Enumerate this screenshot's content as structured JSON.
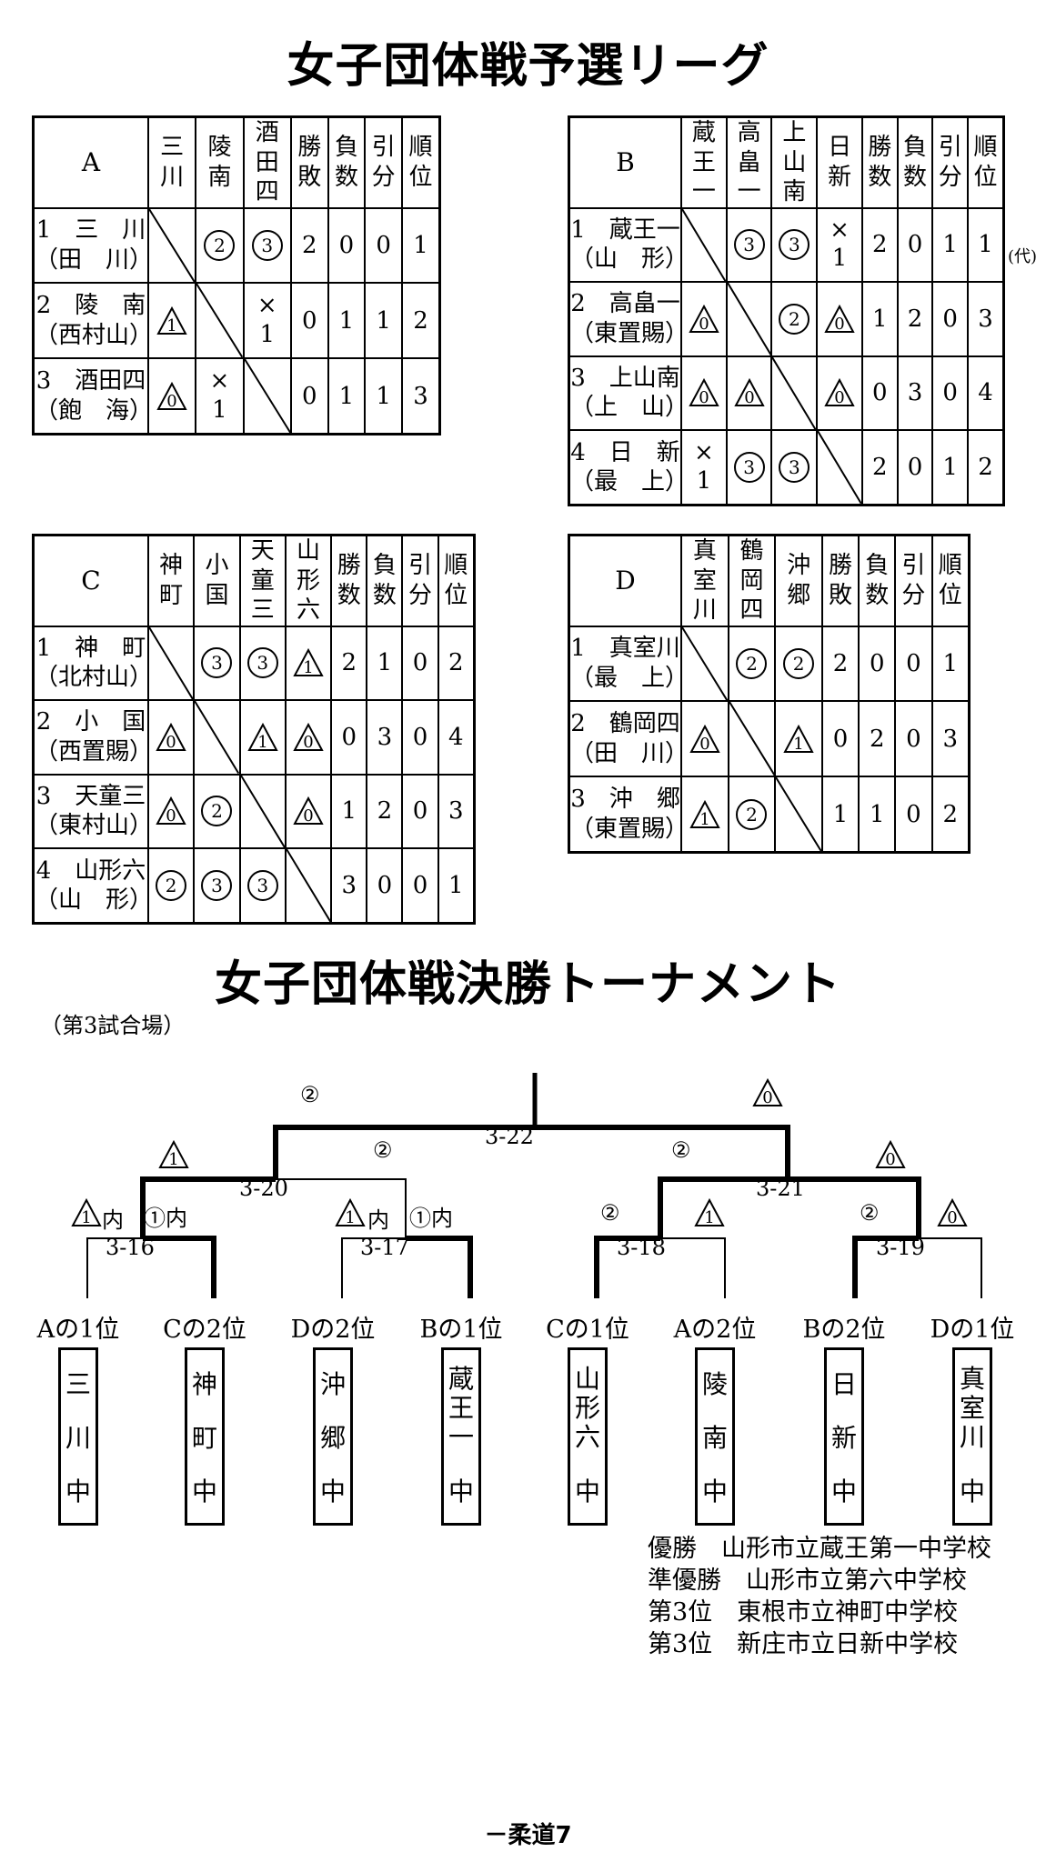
{
  "title_league": "女子団体戦予選リーグ",
  "title_tournament": "女子団体戦決勝トーナメント",
  "venue_note": "（第3試合場）",
  "dai_mark": "(代)",
  "groups": {
    "A": {
      "name": "A",
      "opponents": [
        [
          "三",
          "川"
        ],
        [
          "陵",
          "南"
        ],
        [
          "酒",
          "田",
          "四"
        ]
      ],
      "stats": [
        [
          "勝",
          "敗"
        ],
        [
          "負",
          "数"
        ],
        [
          "引",
          "分"
        ],
        [
          "順",
          "位"
        ]
      ],
      "teams": [
        {
          "line1": "1　三　川",
          "line2": "（田　川）",
          "cells": [
            {
              "t": "self"
            },
            {
              "t": "circ",
              "v": "2"
            },
            {
              "t": "circ",
              "v": "3"
            }
          ],
          "stats": [
            "2",
            "0",
            "0",
            "1"
          ]
        },
        {
          "line1": "2　陵　南",
          "line2": "（西村山）",
          "cells": [
            {
              "t": "tri",
              "v": "1"
            },
            {
              "t": "self"
            },
            {
              "t": "x",
              "v": "1"
            }
          ],
          "stats": [
            "0",
            "1",
            "1",
            "2"
          ]
        },
        {
          "line1": "3　酒田四",
          "line2": "（飽　海）",
          "cells": [
            {
              "t": "tri",
              "v": "0"
            },
            {
              "t": "x",
              "v": "1"
            },
            {
              "t": "self"
            }
          ],
          "stats": [
            "0",
            "1",
            "1",
            "3"
          ]
        }
      ]
    },
    "B": {
      "name": "B",
      "opponents": [
        [
          "蔵",
          "王",
          "一"
        ],
        [
          "高",
          "畠",
          "一"
        ],
        [
          "上",
          "山",
          "南"
        ],
        [
          "日",
          "新"
        ]
      ],
      "stats": [
        [
          "勝",
          "数"
        ],
        [
          "負",
          "数"
        ],
        [
          "引",
          "分"
        ],
        [
          "順",
          "位"
        ]
      ],
      "teams": [
        {
          "line1": "1　蔵王一",
          "line2": "（山　形）",
          "cells": [
            {
              "t": "self"
            },
            {
              "t": "circ",
              "v": "3"
            },
            {
              "t": "circ",
              "v": "3"
            },
            {
              "t": "x",
              "v": "1"
            }
          ],
          "stats": [
            "2",
            "0",
            "1",
            "1"
          ]
        },
        {
          "line1": "2　高畠一",
          "line2": "（東置賜）",
          "cells": [
            {
              "t": "tri",
              "v": "0"
            },
            {
              "t": "self"
            },
            {
              "t": "circ",
              "v": "2"
            },
            {
              "t": "tri",
              "v": "0"
            }
          ],
          "stats": [
            "1",
            "2",
            "0",
            "3"
          ]
        },
        {
          "line1": "3　上山南",
          "line2": "（上　山）",
          "cells": [
            {
              "t": "tri",
              "v": "0"
            },
            {
              "t": "tri",
              "v": "0"
            },
            {
              "t": "self"
            },
            {
              "t": "tri",
              "v": "0"
            }
          ],
          "stats": [
            "0",
            "3",
            "0",
            "4"
          ]
        },
        {
          "line1": "4　日　新",
          "line2": "（最　上）",
          "cells": [
            {
              "t": "x",
              "v": "1"
            },
            {
              "t": "circ",
              "v": "3"
            },
            {
              "t": "circ",
              "v": "3"
            },
            {
              "t": "self"
            }
          ],
          "stats": [
            "2",
            "0",
            "1",
            "2"
          ]
        }
      ]
    },
    "C": {
      "name": "C",
      "opponents": [
        [
          "神",
          "町"
        ],
        [
          "小",
          "国"
        ],
        [
          "天",
          "童",
          "三"
        ],
        [
          "山",
          "形",
          "六"
        ]
      ],
      "stats": [
        [
          "勝",
          "数"
        ],
        [
          "負",
          "数"
        ],
        [
          "引",
          "分"
        ],
        [
          "順",
          "位"
        ]
      ],
      "teams": [
        {
          "line1": "1　神　町",
          "line2": "（北村山）",
          "cells": [
            {
              "t": "self"
            },
            {
              "t": "circ",
              "v": "3"
            },
            {
              "t": "circ",
              "v": "3"
            },
            {
              "t": "tri",
              "v": "1"
            }
          ],
          "stats": [
            "2",
            "1",
            "0",
            "2"
          ]
        },
        {
          "line1": "2　小　国",
          "line2": "（西置賜）",
          "cells": [
            {
              "t": "tri",
              "v": "0"
            },
            {
              "t": "self"
            },
            {
              "t": "tri",
              "v": "1"
            },
            {
              "t": "tri",
              "v": "0"
            }
          ],
          "stats": [
            "0",
            "3",
            "0",
            "4"
          ]
        },
        {
          "line1": "3　天童三",
          "line2": "（東村山）",
          "cells": [
            {
              "t": "tri",
              "v": "0"
            },
            {
              "t": "circ",
              "v": "2"
            },
            {
              "t": "self"
            },
            {
              "t": "tri",
              "v": "0"
            }
          ],
          "stats": [
            "1",
            "2",
            "0",
            "3"
          ]
        },
        {
          "line1": "4　山形六",
          "line2": "（山　形）",
          "cells": [
            {
              "t": "circ",
              "v": "2"
            },
            {
              "t": "circ",
              "v": "3"
            },
            {
              "t": "circ",
              "v": "3"
            },
            {
              "t": "self"
            }
          ],
          "stats": [
            "3",
            "0",
            "0",
            "1"
          ]
        }
      ]
    },
    "D": {
      "name": "D",
      "opponents": [
        [
          "真",
          "室",
          "川"
        ],
        [
          "鶴",
          "岡",
          "四"
        ],
        [
          "沖",
          "郷"
        ]
      ],
      "stats": [
        [
          "勝",
          "敗"
        ],
        [
          "負",
          "数"
        ],
        [
          "引",
          "分"
        ],
        [
          "順",
          "位"
        ]
      ],
      "teams": [
        {
          "line1": "1　真室川",
          "line2": "（最　上）",
          "cells": [
            {
              "t": "self"
            },
            {
              "t": "circ",
              "v": "2"
            },
            {
              "t": "circ",
              "v": "2"
            }
          ],
          "stats": [
            "2",
            "0",
            "0",
            "1"
          ]
        },
        {
          "line1": "2　鶴岡四",
          "line2": "（田　川）",
          "cells": [
            {
              "t": "tri",
              "v": "0"
            },
            {
              "t": "self"
            },
            {
              "t": "tri",
              "v": "1"
            }
          ],
          "stats": [
            "0",
            "2",
            "0",
            "3"
          ]
        },
        {
          "line1": "3　沖　郷",
          "line2": "（東置賜）",
          "cells": [
            {
              "t": "tri",
              "v": "1"
            },
            {
              "t": "circ",
              "v": "2"
            },
            {
              "t": "self"
            }
          ],
          "stats": [
            "1",
            "1",
            "0",
            "2"
          ]
        }
      ]
    }
  },
  "tournament": {
    "positions": [
      "Aの1位",
      "Cの2位",
      "Dの2位",
      "Bの1位",
      "Cの1位",
      "Aの2位",
      "Bの2位",
      "Dの1位"
    ],
    "schools": [
      [
        "三",
        "川",
        "中"
      ],
      [
        "神",
        "町",
        "中"
      ],
      [
        "沖",
        "郷",
        "中"
      ],
      [
        "蔵",
        "王",
        "一",
        "中"
      ],
      [
        "山",
        "形",
        "六",
        "中"
      ],
      [
        "陵",
        "南",
        "中"
      ],
      [
        "日",
        "新",
        "中"
      ],
      [
        "真",
        "室",
        "川",
        "中"
      ]
    ],
    "match_codes": [
      "3-16",
      "3-17",
      "3-18",
      "3-19",
      "3-20",
      "3-21",
      "3-22"
    ],
    "score_labels": [
      "1内",
      "①内",
      "1内",
      "①内",
      "②",
      "1",
      "②",
      "0",
      "②",
      "1",
      "②",
      "0",
      "②",
      "0"
    ]
  },
  "results": [
    "優勝　山形市立蔵王第一中学校",
    "準優勝　山形市立第六中学校",
    "第3位　東根市立神町中学校",
    "第3位　新庄市立日新中学校"
  ],
  "footer": "－柔道7"
}
